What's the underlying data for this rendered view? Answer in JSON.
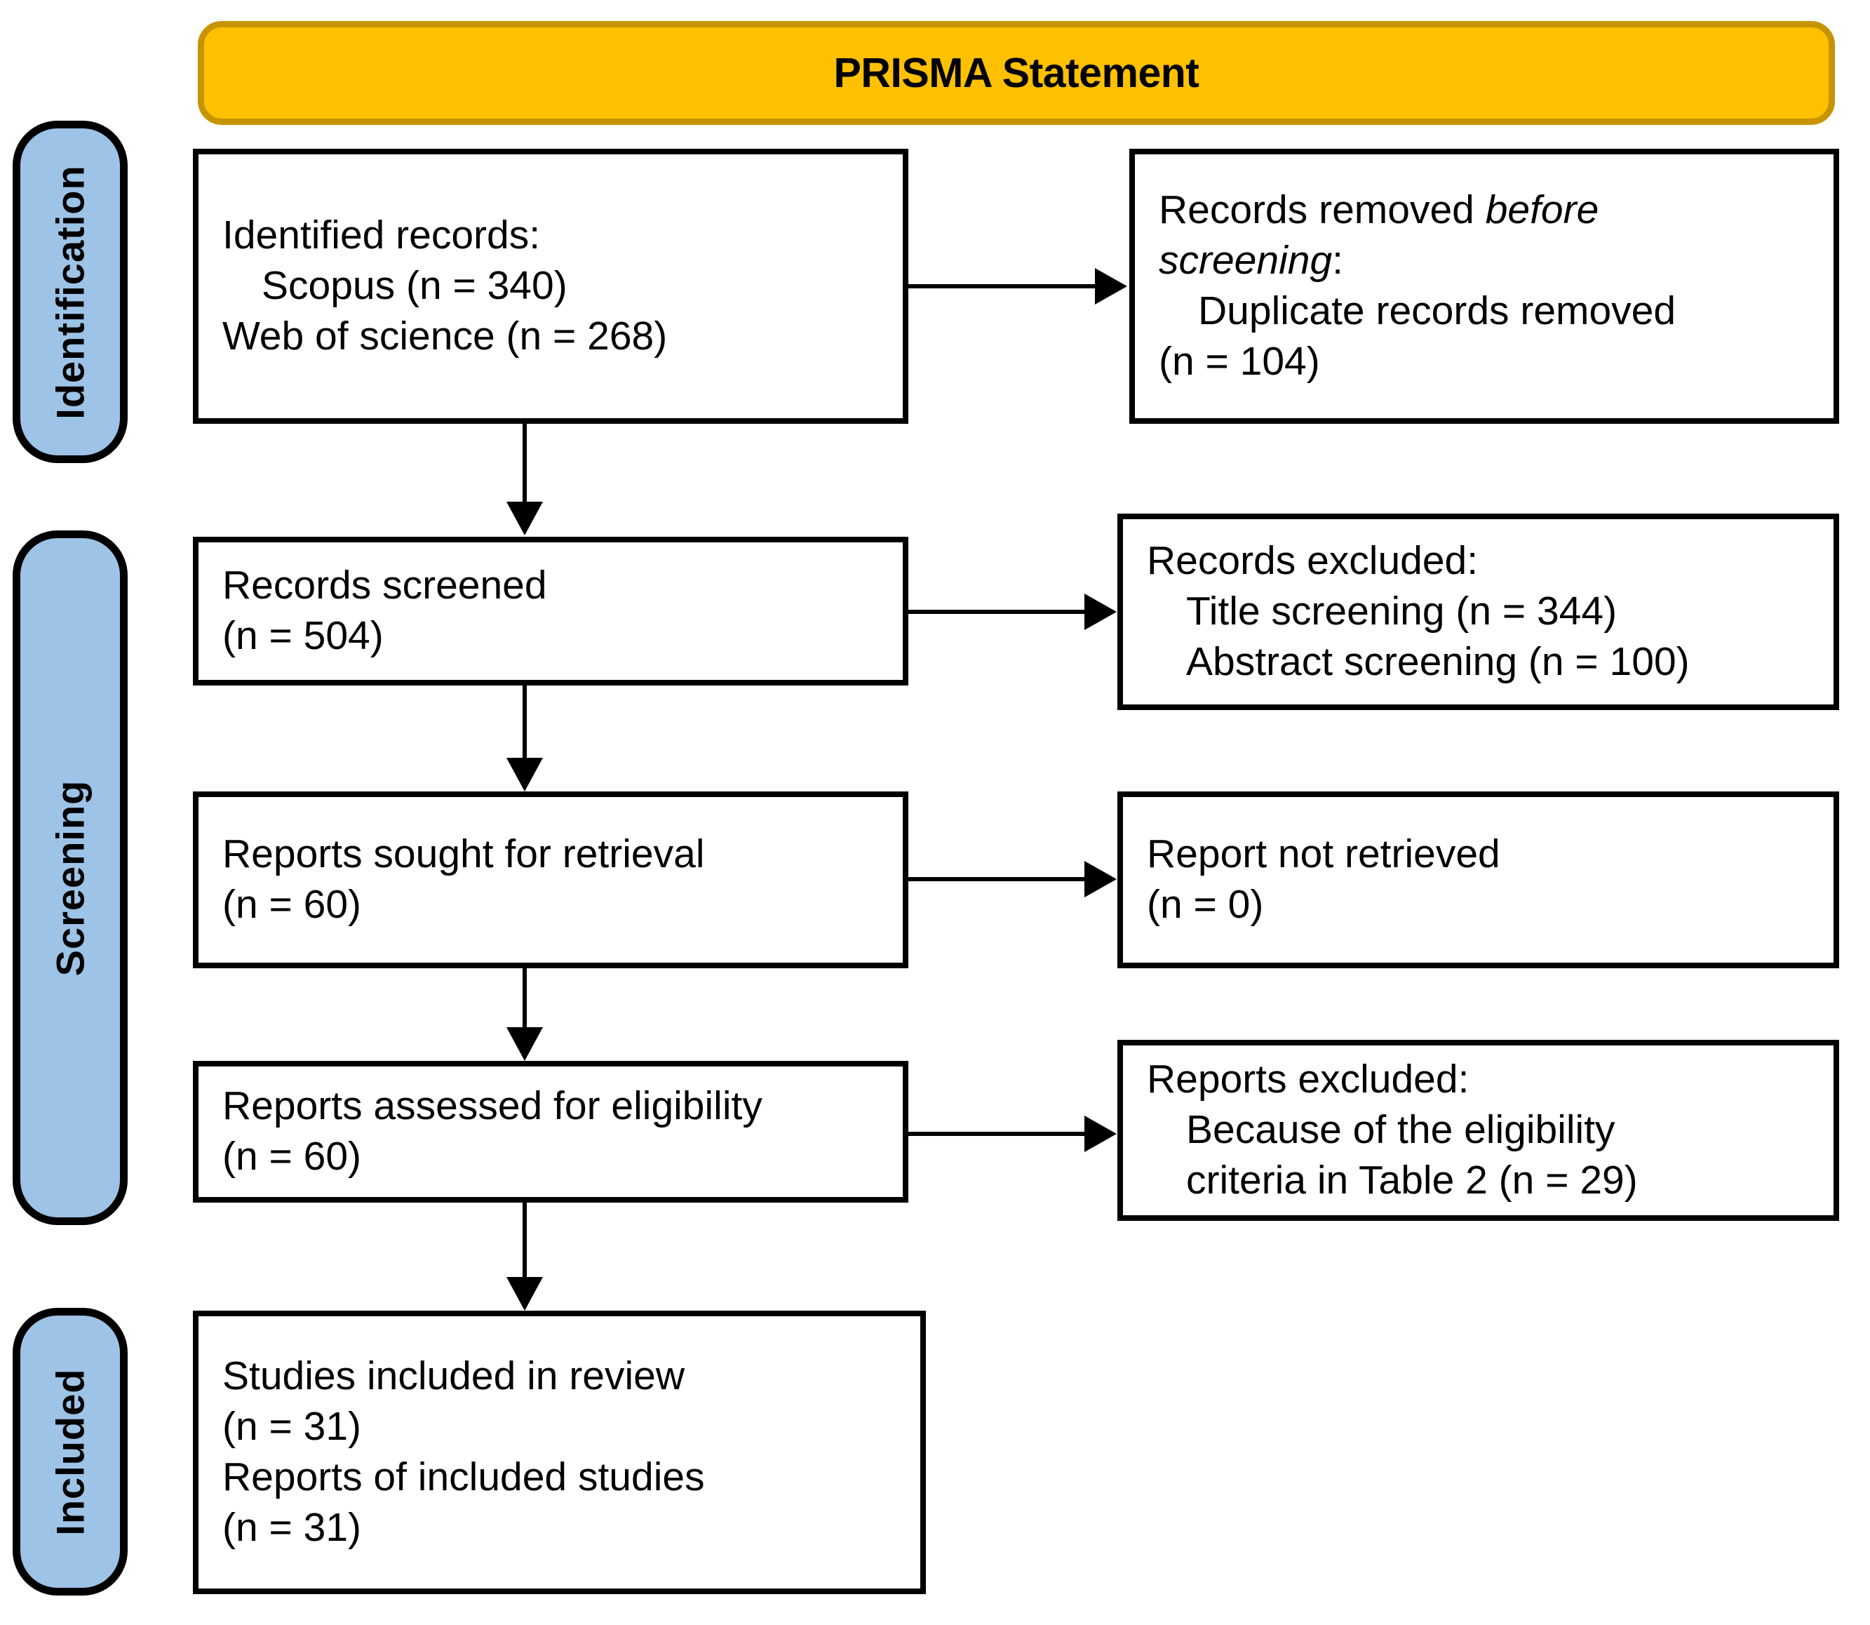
{
  "banner": {
    "title": "PRISMA Statement",
    "fill_color": "#FFC000",
    "border_color": "#C79400"
  },
  "stages": [
    {
      "id": "identification",
      "label": "Identification",
      "fill_color": "#9DC3E6"
    },
    {
      "id": "screening",
      "label": "Screening",
      "fill_color": "#9DC3E6"
    },
    {
      "id": "included",
      "label": "Included",
      "fill_color": "#9DC3E6"
    }
  ],
  "boxes": {
    "identified": {
      "line1": "Identified records:",
      "line2": "Scopus (n = 340)",
      "line3": "Web of science (n = 268)"
    },
    "removed_before_screening": {
      "line1_a": "Records removed ",
      "line1_b": "before",
      "line2_a": "screening",
      "line2_b": ":",
      "line3": "Duplicate records removed",
      "line4": "(n = 104)"
    },
    "records_screened": {
      "line1": "Records screened",
      "line2": "(n = 504)"
    },
    "records_excluded": {
      "line1": "Records excluded:",
      "line2": "Title screening (n = 344)",
      "line3": "Abstract screening (n = 100)"
    },
    "reports_sought": {
      "line1": "Reports sought for retrieval",
      "line2": "(n = 60)"
    },
    "report_not_retrieved": {
      "line1": "Report not retrieved",
      "line2": "(n = 0)"
    },
    "reports_assessed": {
      "line1": "Reports assessed for eligibility",
      "line2": "(n = 60)"
    },
    "reports_excluded": {
      "line1": "Reports excluded:",
      "line2": "Because of the eligibility",
      "line3": "criteria in Table 2 (n = 29)"
    },
    "studies_included": {
      "line1": "Studies included in review",
      "line2": "(n = 31)",
      "line3": "Reports of included studies",
      "line4": "(n = 31)"
    }
  },
  "chart_data": {
    "type": "diagram",
    "title": "PRISMA Statement",
    "flow": [
      {
        "stage": "Identification",
        "node": "Identified records",
        "sources": [
          {
            "name": "Scopus",
            "n": 340
          },
          {
            "name": "Web of science",
            "n": 268
          }
        ]
      },
      {
        "stage": "Identification",
        "node": "Records removed before screening",
        "items": [
          {
            "name": "Duplicate records removed",
            "n": 104
          }
        ]
      },
      {
        "stage": "Screening",
        "node": "Records screened",
        "n": 504
      },
      {
        "stage": "Screening",
        "node": "Records excluded",
        "items": [
          {
            "name": "Title screening",
            "n": 344
          },
          {
            "name": "Abstract screening",
            "n": 100
          }
        ]
      },
      {
        "stage": "Screening",
        "node": "Reports sought for retrieval",
        "n": 60
      },
      {
        "stage": "Screening",
        "node": "Report not retrieved",
        "n": 0
      },
      {
        "stage": "Screening",
        "node": "Reports assessed for eligibility",
        "n": 60
      },
      {
        "stage": "Screening",
        "node": "Reports excluded",
        "items": [
          {
            "name": "Because of the eligibility criteria in Table 2",
            "n": 29
          }
        ]
      },
      {
        "stage": "Included",
        "node": "Studies included in review",
        "n": 31
      },
      {
        "stage": "Included",
        "node": "Reports of included studies",
        "n": 31
      }
    ]
  }
}
